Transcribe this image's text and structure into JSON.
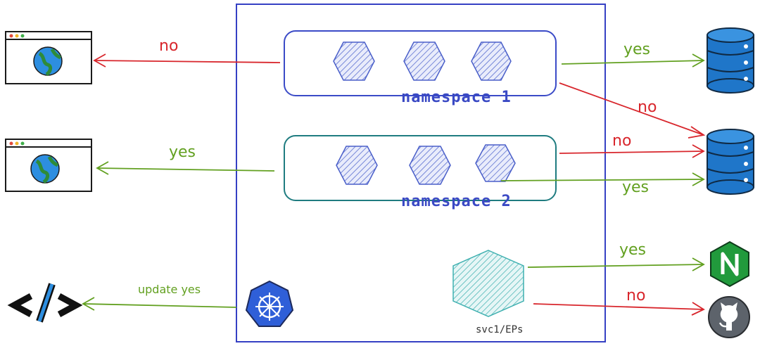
{
  "cluster": {
    "namespaces": [
      {
        "label": "namespace 1",
        "pods": 3
      },
      {
        "label": "namespace 2",
        "pods": 3
      }
    ],
    "service": {
      "label": "svc1/EPs"
    }
  },
  "edges": {
    "ns1_to_web": "no",
    "ns1_to_db1": "yes",
    "ns1_to_db2": "no",
    "ns2_to_web": "yes",
    "ns2_to_db2_no": "no",
    "ns2_to_db2_yes": "yes",
    "k8s_to_code": "update yes",
    "svc_to_nginx": "yes",
    "svc_to_github": "no"
  },
  "colors": {
    "cluster_border": "#3540c4",
    "ns1_border": "#3b4bc7",
    "ns2_border": "#1f7c80",
    "yes": "#62a020",
    "no": "#d8262c",
    "pod": "#4a5fc9",
    "service": "#3fb0b0",
    "db": "#1f76c9",
    "nginx": "#219a3c",
    "github": "#5d636b",
    "k8s": "#2f5fd8"
  },
  "icons": [
    "browser-icon",
    "browser-icon",
    "code-icon",
    "database-icon",
    "database-icon",
    "nginx-icon",
    "github-icon",
    "kubernetes-icon",
    "pod-icon",
    "service-icon"
  ]
}
